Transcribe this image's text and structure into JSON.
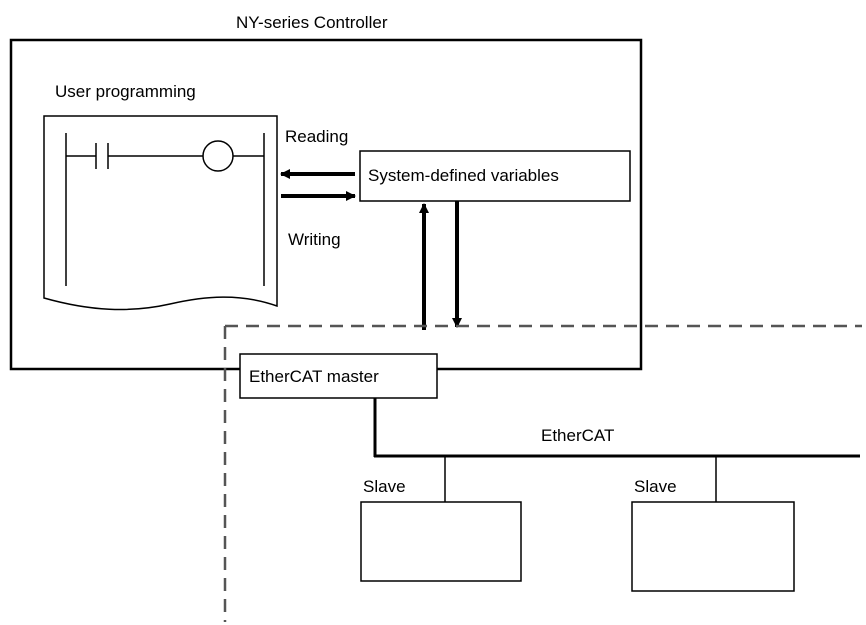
{
  "diagram": {
    "controller_title": "NY-series Controller",
    "user_programming_label": "User programming",
    "reading_label": "Reading",
    "writing_label": "Writing",
    "system_variables_label": "System-defined variables",
    "ethercat_master_label": "EtherCAT master",
    "ethercat_bus_label": "EtherCAT",
    "slaves": [
      {
        "label": "Slave"
      },
      {
        "label": "Slave"
      }
    ],
    "colors": {
      "line": "#000000",
      "dashed_boundary": "#555555",
      "background": "#ffffff"
    },
    "icons": {
      "ladder_contact": "normally-open-contact-icon",
      "ladder_coil": "coil-icon"
    }
  }
}
